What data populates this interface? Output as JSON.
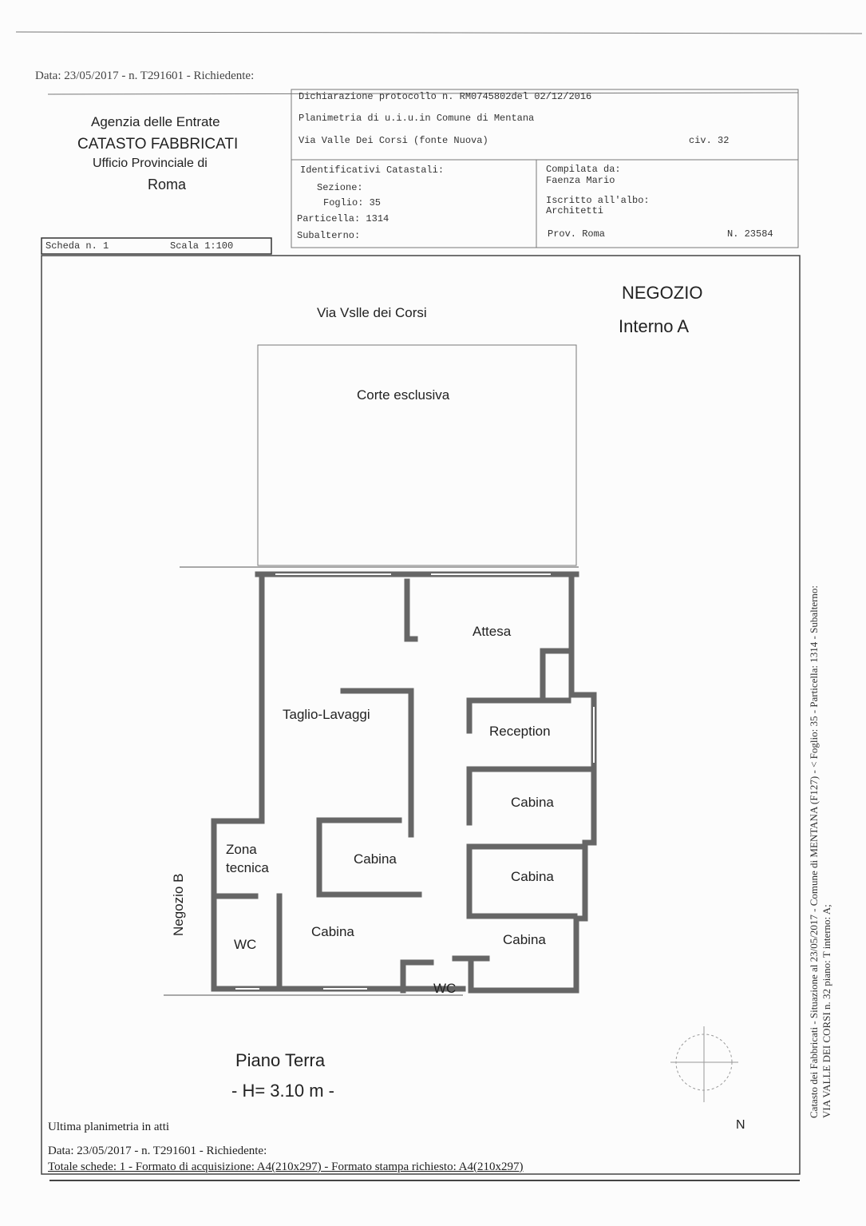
{
  "header": {
    "top_line": "Data: 23/05/2017 - n. T291601 - Richiedente:",
    "agency": "Agenzia delle Entrate",
    "catasto": "CATASTO FABBRICATI",
    "office": "Ufficio Provinciale di",
    "city": "Roma",
    "scheda": "Scheda n. 1",
    "scala": "Scala 1:100",
    "protocol": "Dichiarazione protocollo n. RM0745802del  02/12/2016",
    "planimetria": "Planimetria di u.i.u.in Comune di Mentana",
    "address": "Via Valle Dei Corsi (fonte Nuova)",
    "civ": "civ. 32",
    "ident_title": "Identificativi Catastali:",
    "sezione": "Sezione:",
    "foglio": "Foglio: 35",
    "particella": "Particella: 1314",
    "subalterno": "Subalterno:",
    "compilata": "Compilata da:",
    "compilatore": "Faenza Mario",
    "iscritto": "Iscritto all'albo:",
    "albo": "Architetti",
    "prov": "Prov. Roma",
    "numero": "N. 23584"
  },
  "plan": {
    "street": "Via Vslle dei Corsi",
    "unit": "NEGOZIO",
    "interno": "Interno A",
    "corte": "Corte esclusiva",
    "attesa": "Attesa",
    "taglio": "Taglio-Lavaggi",
    "reception": "Reception",
    "cabina1": "Cabina",
    "cabina2": "Cabina",
    "cabina3": "Cabina",
    "cabina4": "Cabina",
    "cabina5": "Cabina",
    "zona1": "Zona",
    "zona2": "tecnica",
    "wc1": "WC",
    "wc2": "WC",
    "negozio_b": "Negozio B",
    "piano": "Piano Terra",
    "altezza": "- H= 3.10 m -",
    "north": "N"
  },
  "side": {
    "line1": "Catasto dei Fabbricati - Situazione al 23/05/2017 - Comune di MENTANA (F127) - < Foglio: 35 - Particella: 1314 - Subalterno:",
    "line2": "VIA VALLE DEI CORSI n. 32 piano: T interno: A;"
  },
  "footer": {
    "ultima": "Ultima planimetria in atti",
    "data": "Data: 23/05/2017 - n. T291601 - Richiedente:",
    "totale": "Totale schede: 1 - Formato di acquisizione: A4(210x297) - Formato stampa richiesto: A4(210x297)"
  }
}
